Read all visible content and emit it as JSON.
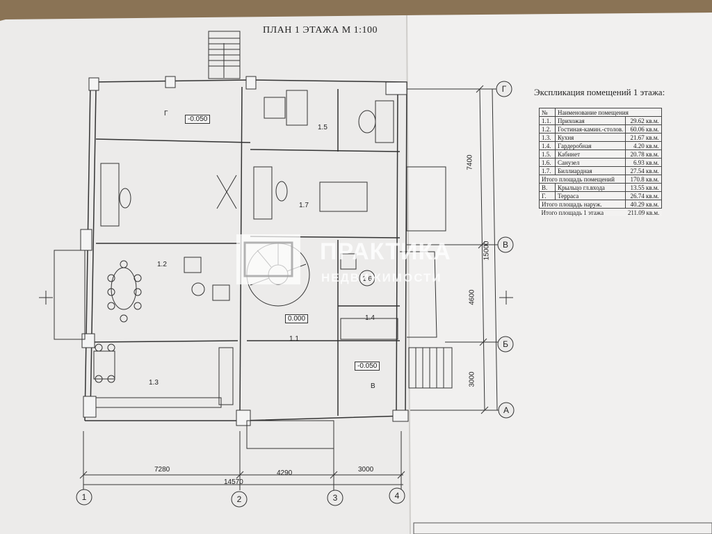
{
  "plan": {
    "title": "ПЛАН 1 ЭТАЖА   М 1:100",
    "explication_title": "Экспликация помещений 1 этажа:",
    "table_header": {
      "num": "№",
      "name": "Наименование помещения"
    },
    "rooms": [
      {
        "num": "1.1.",
        "name": "Прихожая",
        "area": "29.62  кв.м."
      },
      {
        "num": "1.2.",
        "name": "Гостиная-камин.-столов.",
        "area": "60.06  кв.м."
      },
      {
        "num": "1.3.",
        "name": "Кухня",
        "area": "21.67  кв.м."
      },
      {
        "num": "1.4.",
        "name": "Гардеробная",
        "area": "4.20  кв.м."
      },
      {
        "num": "1.5.",
        "name": "Кабинет",
        "area": "20.78  кв.м."
      },
      {
        "num": "1.6.",
        "name": "Санузел",
        "area": "6.93  кв.м."
      },
      {
        "num": "1.7.",
        "name": "Биллиардная",
        "area": "27.54  кв.м."
      }
    ],
    "rooms_total": {
      "label": "Итого площадь помещений",
      "value": "170.8  кв.м."
    },
    "outdoor": [
      {
        "num": "В.",
        "name": "Крыльцо гл.входа",
        "area": "13.55  кв.м."
      },
      {
        "num": "Г.",
        "name": "Терраса",
        "area": "26.74  кв.м."
      }
    ],
    "outdoor_total": {
      "label": "Итого площадь наруж.",
      "value": "40.29  кв.м."
    },
    "floor_total": {
      "label": "Итого площадь 1 этажа",
      "value": "211.09  кв.м."
    },
    "dimensions": {
      "d1": "7280",
      "d2": "4290",
      "d3": "3000",
      "total": "14570",
      "v1": "7400",
      "v2": "15000",
      "v3": "4600",
      "v4": "3000"
    },
    "axes_h": [
      "1",
      "2",
      "3",
      "4"
    ],
    "axes_v": [
      "Г",
      "В",
      "Б",
      "А"
    ],
    "room_labels": [
      "1.1",
      "1.2",
      "1.3",
      "1.4",
      "1.5",
      "1.6",
      "1.7",
      "Г",
      "В"
    ],
    "levels": [
      "-0.050",
      "0.000",
      "-0.050"
    ]
  },
  "watermark": {
    "line1": "ПРАКТИКА",
    "line2": "НЕДВИЖИМОСТИ"
  }
}
